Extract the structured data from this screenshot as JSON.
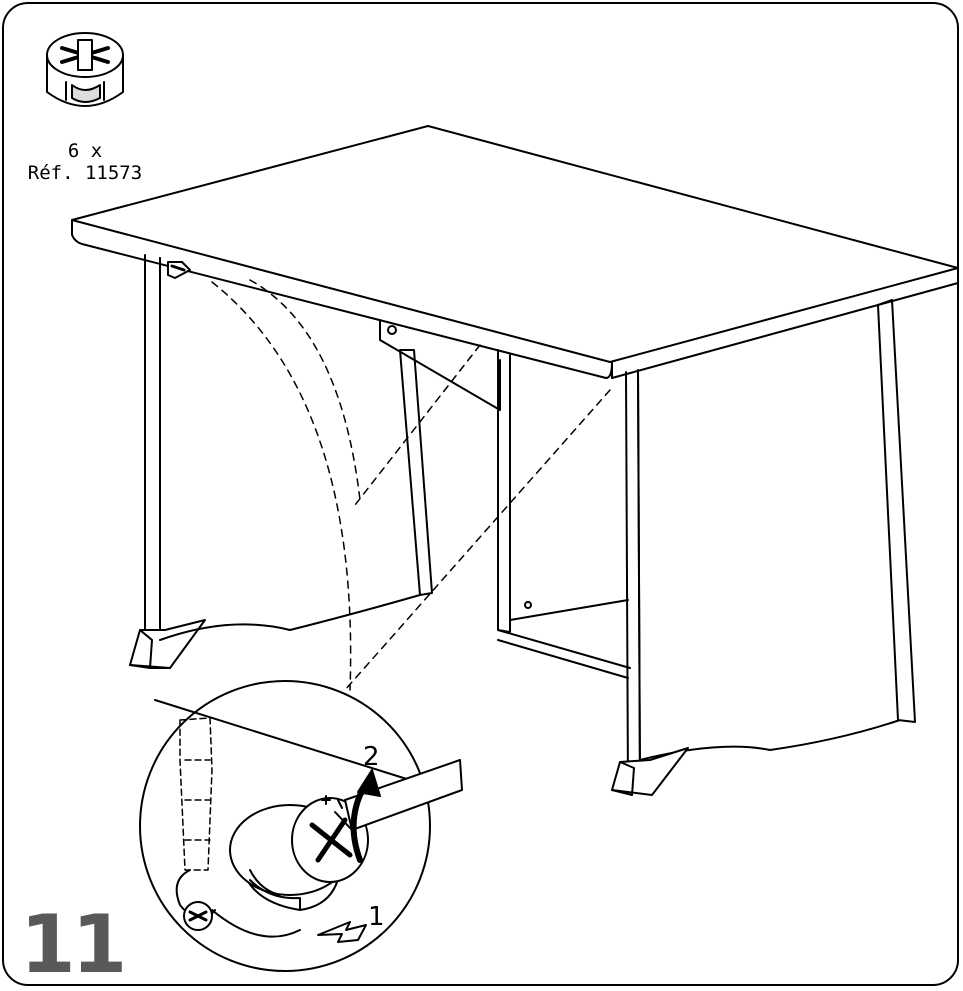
{
  "hardware": {
    "quantity": "6 x",
    "reference": "Réf. 11573",
    "icon": "cam-lock-fitting-icon"
  },
  "step_number": "11",
  "callouts": {
    "first": "1",
    "second": "2"
  },
  "colors": {
    "line": "#000000",
    "step_number": "#595959",
    "background": "#ffffff"
  }
}
